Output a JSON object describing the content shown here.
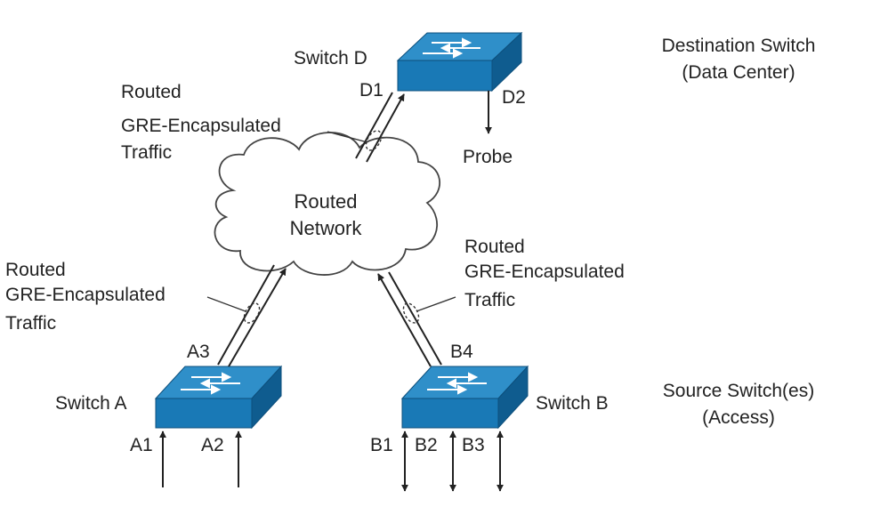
{
  "switches": {
    "d": {
      "name": "Switch D",
      "ports": {
        "d1": "D1",
        "d2": "D2"
      }
    },
    "a": {
      "name": "Switch A",
      "ports": {
        "a1": "A1",
        "a2": "A2",
        "a3": "A3"
      }
    },
    "b": {
      "name": "Switch B",
      "ports": {
        "b1": "B1",
        "b2": "B2",
        "b3": "B3",
        "b4": "B4"
      }
    }
  },
  "probe": "Probe",
  "cloud": {
    "line1": "Routed",
    "line2": "Network"
  },
  "gre_label_top": {
    "line1": "Routed",
    "line2": "GRE-Encapsulated",
    "line3": "Traffic"
  },
  "gre_label_left": {
    "line1": "Routed",
    "line2": "GRE-Encapsulated",
    "line3": "Traffic"
  },
  "gre_label_right": {
    "line1": "Routed",
    "line2": "GRE-Encapsulated",
    "line3": "Traffic"
  },
  "destination": {
    "line1": "Destination Switch",
    "line2": "(Data Center)"
  },
  "source": {
    "line1": "Source Switch(es)",
    "line2": "(Access)"
  },
  "colors": {
    "switch_top": "#2f8fc9",
    "switch_front": "#1979b6",
    "switch_side": "#0f5c8f",
    "line": "#222222"
  },
  "icons": [
    "switch-icon",
    "cloud-icon",
    "arrow-icon"
  ]
}
